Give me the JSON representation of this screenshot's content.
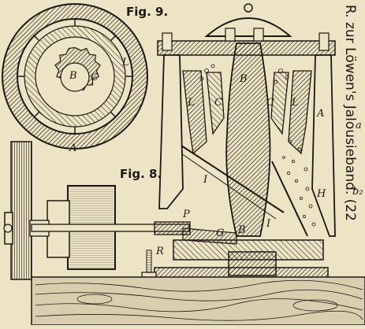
{
  "figures": {
    "fig9": "Fig. 9.",
    "fig8": "Fig. 8."
  },
  "fig9_labels": {
    "B": "B",
    "C": "C",
    "L": "L",
    "A": "A"
  },
  "main_labels": {
    "B_top": "B",
    "C_left": "C",
    "C_right": "C",
    "L_left": "L",
    "L_right": "L",
    "A": "A",
    "I_left": "I",
    "I_right": "I",
    "H": "H",
    "P": "P",
    "G": "G",
    "B_bottom": "B",
    "R": "R"
  },
  "side_caption": "R. zur Löwen's Jalousieband. (22",
  "right_edge_marks": {
    "a": "a",
    "b2": "b₂"
  },
  "colors": {
    "paper": "#ede4c5",
    "ink": "#1b1712",
    "wood": "#d9cfae"
  }
}
